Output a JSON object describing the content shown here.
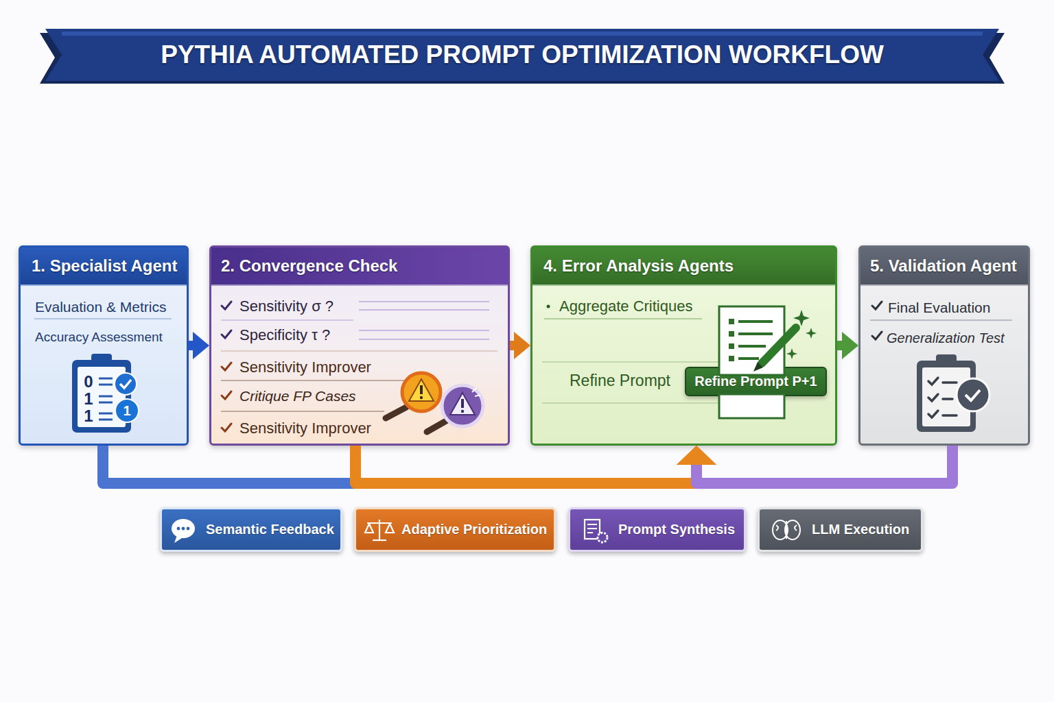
{
  "diagram": {
    "title": "PYTHIA AUTOMATED PROMPT OPTIMIZATION WORKFLOW",
    "nodes": [
      {
        "text": [
          "1. Specialist Agent",
          "Evaluation & Metrics",
          "Accuracy Assessment"
        ]
      },
      {
        "text": [
          "2. Convergence Check",
          "Sensitivity σ ?",
          "Specificity τ ?",
          "Sensitivity Improver",
          "Critique FP Cases",
          "Sensitivity Improver"
        ]
      },
      {
        "text": [
          "4. Error Analysis Agents",
          "Aggregate Critiques",
          "Refine Prompt"
        ]
      },
      {
        "text": [
          "Refine Prompt P+1"
        ],
        "in": 2
      },
      {
        "text": [
          "5. Validation Agent",
          "Final Evaluation",
          "Generalization Test"
        ]
      },
      {
        "text": [
          "Semantic Feedback"
        ]
      },
      {
        "text": [
          "Adaptive Prioritization"
        ]
      },
      {
        "text": [
          "Prompt Synthesis"
        ]
      },
      {
        "text": [
          "LLM Execution"
        ]
      }
    ],
    "edges": [
      {
        "from": 0,
        "to": 1,
        "arrow": "to"
      },
      {
        "from": 1,
        "to": 2,
        "arrow": "to"
      },
      {
        "from": 2,
        "to": 4,
        "arrow": "to"
      },
      {
        "from": 0,
        "to": 2,
        "arrow": "to"
      },
      {
        "from": 1,
        "to": 2,
        "arrow": "to"
      },
      {
        "from": 4,
        "to": 2,
        "arrow": "to"
      }
    ],
    "labels": [
      "0",
      "1",
      "1",
      "1"
    ]
  }
}
